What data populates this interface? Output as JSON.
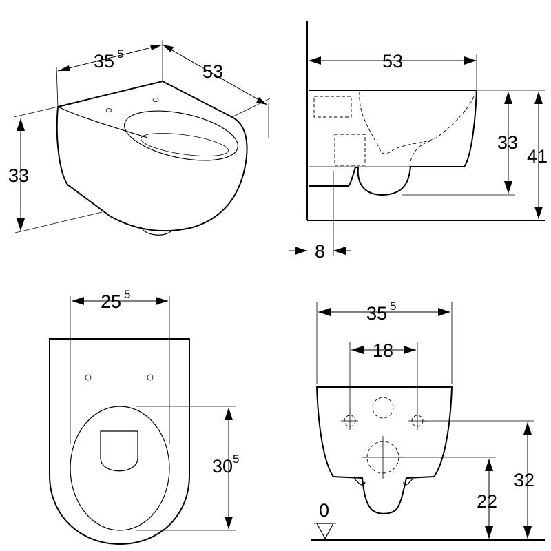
{
  "views": {
    "perspective": {
      "width": {
        "main": "35",
        "sup": "5"
      },
      "depth": "53",
      "height": "33"
    },
    "side": {
      "depth": "53",
      "rim_height": "33",
      "total_height": "41",
      "wall_offset": "8"
    },
    "top": {
      "seat_width": {
        "main": "25",
        "sup": "5"
      },
      "seat_length": {
        "main": "30",
        "sup": "5"
      }
    },
    "rear": {
      "width": {
        "main": "35",
        "sup": "5"
      },
      "bolt_spacing": "18",
      "outlet_height": "22",
      "bolt_height": "32",
      "floor_level": "0"
    }
  }
}
